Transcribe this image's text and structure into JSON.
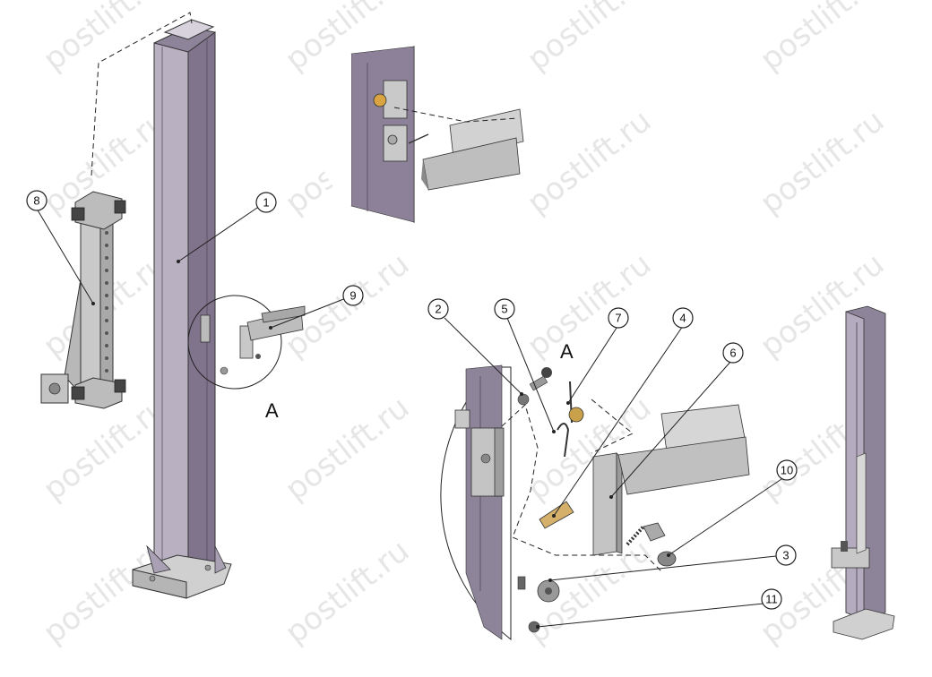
{
  "watermark": {
    "text": "postlift.ru"
  },
  "view_labels": [
    "A",
    "A"
  ],
  "callouts": [
    {
      "number": "1"
    },
    {
      "number": "2"
    },
    {
      "number": "3"
    },
    {
      "number": "4"
    },
    {
      "number": "5"
    },
    {
      "number": "6"
    },
    {
      "number": "7"
    },
    {
      "number": "8"
    },
    {
      "number": "9"
    },
    {
      "number": "10"
    },
    {
      "number": "11"
    }
  ],
  "colors": {
    "column": "#9a8fa6",
    "column_dark": "#6e6478",
    "column_light": "#c8c1cf",
    "steel": "#bdbdbd",
    "steel_dark": "#8a8a8a",
    "outline": "#333333",
    "watermark": "#e6e6e6"
  }
}
